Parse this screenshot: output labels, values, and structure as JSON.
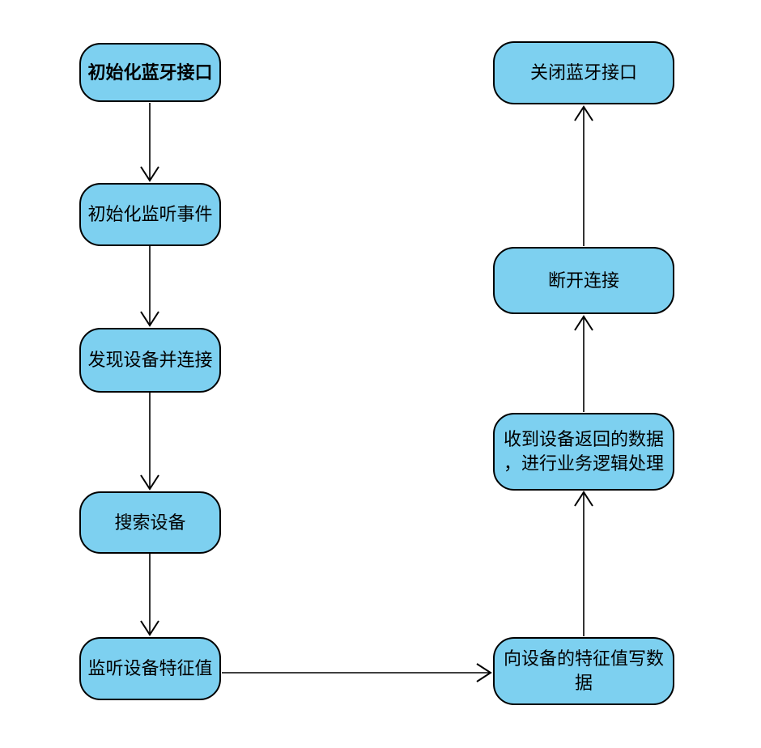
{
  "colors": {
    "background": "#FFFFFF",
    "node_fill": "#7DD0F0",
    "node_stroke": "#000000",
    "arrow": "#000000"
  },
  "nodes": {
    "init_bluetooth": {
      "lines": [
        "初始化蓝牙接口"
      ]
    },
    "init_listen": {
      "lines": [
        "初始化监听事件"
      ]
    },
    "discover_connect": {
      "lines": [
        "发现设备并连接"
      ]
    },
    "search_device": {
      "lines": [
        "搜索设备"
      ]
    },
    "listen_char": {
      "lines": [
        "监听设备特征值"
      ]
    },
    "write_char": {
      "lines": [
        "向设备的特征值写数",
        "据"
      ]
    },
    "receive_data": {
      "lines": [
        "收到设备返回的数据",
        "，进行业务逻辑处理"
      ]
    },
    "disconnect": {
      "lines": [
        "断开连接"
      ]
    },
    "close_bluetooth": {
      "lines": [
        "关闭蓝牙接口"
      ]
    }
  }
}
